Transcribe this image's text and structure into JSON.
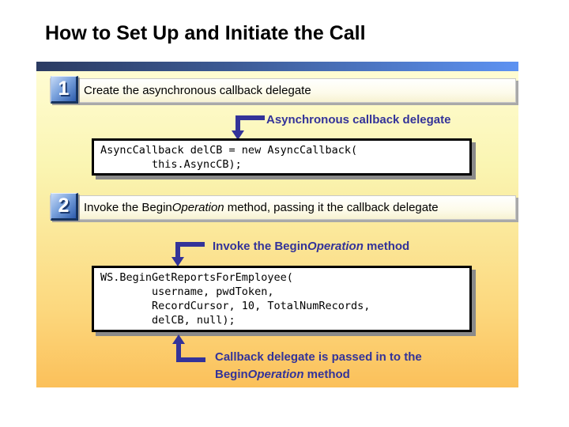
{
  "slide": {
    "title": "How to Set Up and Initiate the Call"
  },
  "steps": [
    {
      "number": "1",
      "label": "Create the asynchronous callback delegate"
    },
    {
      "number": "2",
      "label_pre": "Invoke the Begin",
      "label_italic": "Operation",
      "label_post": " method, passing it the callback delegate"
    }
  ],
  "callouts": {
    "delegate": {
      "label": "Asynchronous callback delegate"
    },
    "invoke": {
      "label_pre": "Invoke the Begin",
      "label_italic": "Operation",
      "label_post": " method"
    },
    "passed": {
      "line1": "Callback delegate is passed in to the",
      "line2_pre": "Begin",
      "line2_italic": "Operation",
      "line2_post": " method"
    }
  },
  "code_boxes": [
    {
      "lines": [
        "AsyncCallback delCB = new AsyncCallback(",
        "        this.AsyncCB);"
      ]
    },
    {
      "lines": [
        "WS.BeginGetReportsForEmployee(",
        "        username, pwdToken,",
        "        RecordCursor, 10, TotalNumRecords,",
        "        delCB, null);"
      ]
    }
  ],
  "colors": {
    "accent_bar_left": "#2b3b62",
    "accent_bar_right": "#5d92f2",
    "body_gradient_top": "#fffcd2",
    "body_gradient_bottom": "#fbc05a",
    "callout_blue": "#333399",
    "badge_blue_dark": "#2e5cad",
    "badge_blue_light": "#c6daf6"
  }
}
